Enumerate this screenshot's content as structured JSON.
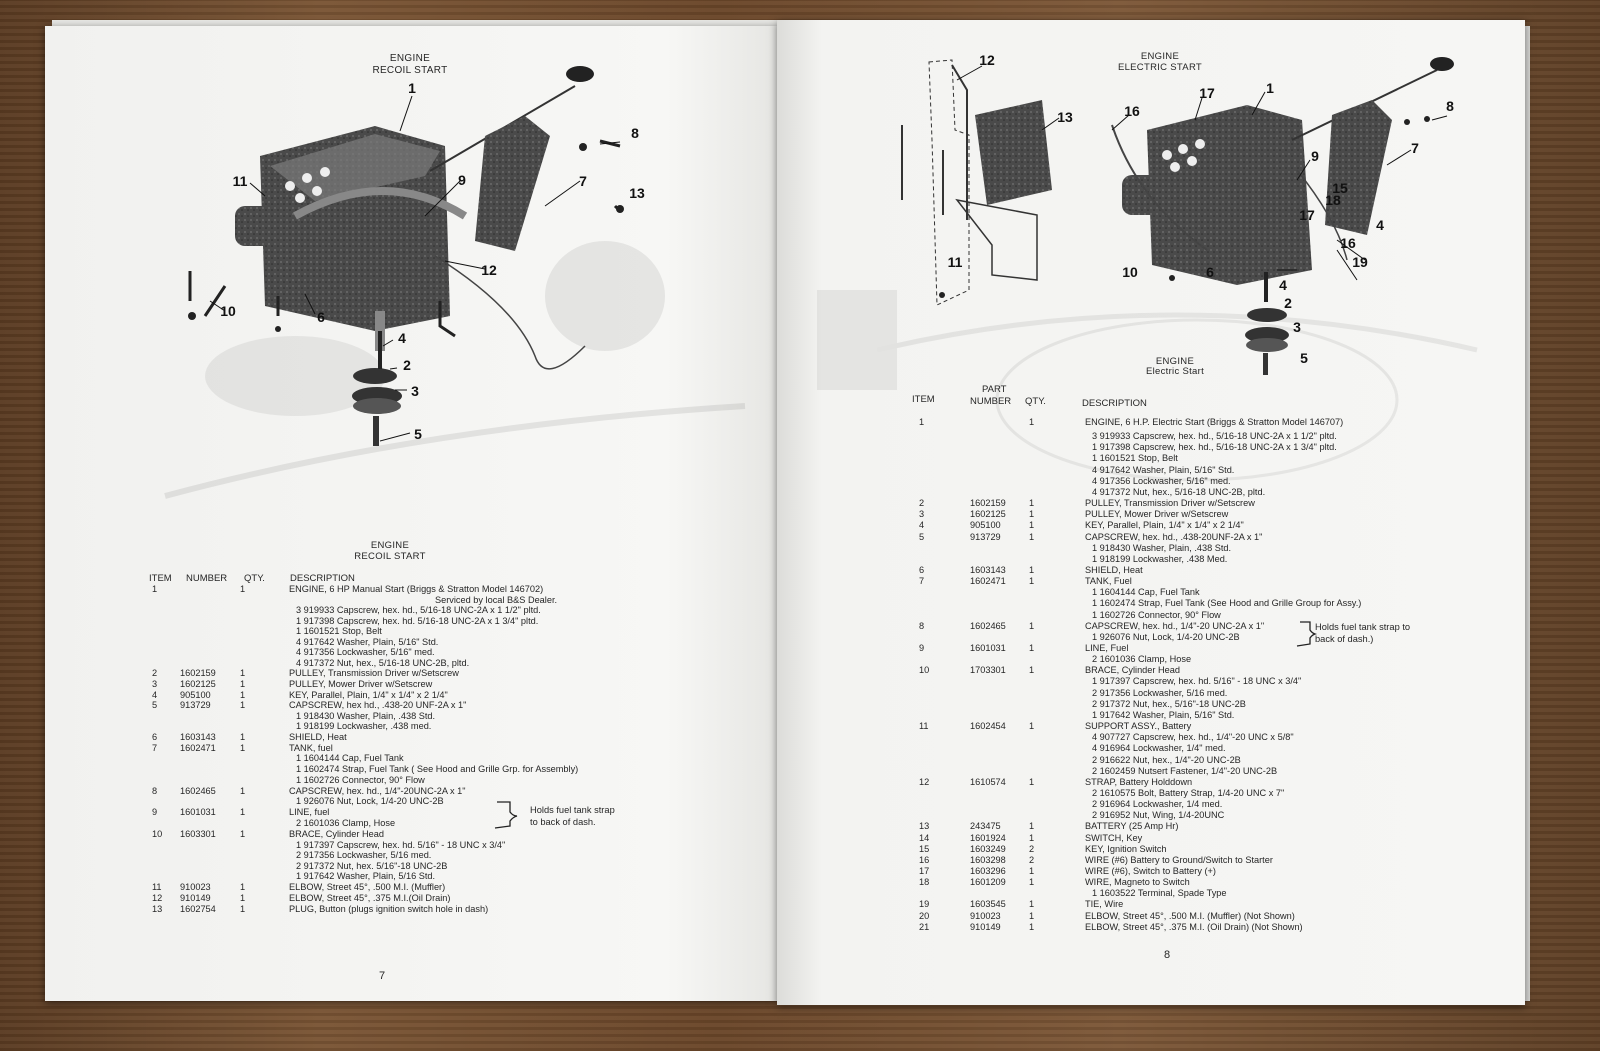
{
  "left_page": {
    "diagram_title": [
      "ENGINE",
      "RECOIL START"
    ],
    "callouts": [
      "1",
      "8",
      "7",
      "13",
      "11",
      "9",
      "12",
      "10",
      "6",
      "4",
      "2",
      "3",
      "5"
    ],
    "list_title": [
      "ENGINE",
      "RECOIL START"
    ],
    "headers": {
      "item": "ITEM",
      "number": "NUMBER",
      "qty": "QTY.",
      "description": "DESCRIPTION"
    },
    "rows": [
      {
        "item": "1",
        "number": "",
        "qty": "1",
        "description": "ENGINE, 6 HP  Manual Start (Briggs & Stratton Model 146702)"
      },
      {
        "item": "",
        "number": "",
        "qty": "",
        "description": "Serviced by local B&S Dealer.",
        "sub": "center"
      },
      {
        "item": "",
        "number": "",
        "qty": "",
        "description": "3 919933 Capscrew, hex. hd., 5/16-18 UNC-2A x 1 1/2\" pltd.",
        "sub": "yes"
      },
      {
        "item": "",
        "number": "",
        "qty": "",
        "description": "1 917398 Capscrew, hex. hd. 5/16-18 UNC-2A x 1 3/4\" pltd.",
        "sub": "yes"
      },
      {
        "item": "",
        "number": "",
        "qty": "",
        "description": "1 1601521  Stop, Belt",
        "sub": "yes"
      },
      {
        "item": "",
        "number": "",
        "qty": "",
        "description": "4 917642 Washer, Plain, 5/16\" Std.",
        "sub": "yes"
      },
      {
        "item": "",
        "number": "",
        "qty": "",
        "description": "4 917356 Lockwasher, 5/16\" med.",
        "sub": "yes"
      },
      {
        "item": "",
        "number": "",
        "qty": "",
        "description": "4 917372 Nut, hex., 5/16-18 UNC-2B, pltd.",
        "sub": "yes"
      },
      {
        "item": "2",
        "number": "1602159",
        "qty": "1",
        "description": "PULLEY, Transmission Driver w/Setscrew"
      },
      {
        "item": "3",
        "number": "1602125",
        "qty": "1",
        "description": "PULLEY, Mower Driver w/Setscrew"
      },
      {
        "item": "4",
        "number": "905100",
        "qty": "1",
        "description": "KEY, Parallel, Plain, 1/4\" x 1/4\" x 2 1/4\""
      },
      {
        "item": "5",
        "number": "913729",
        "qty": "1",
        "description": "CAPSCREW, hex hd., .438-20 UNF-2A x 1\""
      },
      {
        "item": "",
        "number": "",
        "qty": "",
        "description": "1 918430 Washer, Plain, .438 Std.",
        "sub": "yes"
      },
      {
        "item": "",
        "number": "",
        "qty": "",
        "description": "1 918199 Lockwasher, .438 med.",
        "sub": "yes"
      },
      {
        "item": "6",
        "number": "1603143",
        "qty": "1",
        "description": "SHIELD, Heat"
      },
      {
        "item": "7",
        "number": "1602471",
        "qty": "1",
        "description": "TANK, fuel"
      },
      {
        "item": "",
        "number": "",
        "qty": "",
        "description": "1 1604144 Cap, Fuel Tank",
        "sub": "yes"
      },
      {
        "item": "",
        "number": "",
        "qty": "",
        "description": "1 1602474 Strap, Fuel Tank ( See Hood and Grille Grp. for Assembly)",
        "sub": "yes"
      },
      {
        "item": "",
        "number": "",
        "qty": "",
        "description": "1 1602726 Connector, 90° Flow",
        "sub": "yes"
      },
      {
        "item": "8",
        "number": "1602465",
        "qty": "1",
        "description": "CAPSCREW, hex. hd., 1/4\"-20UNC-2A x 1\""
      },
      {
        "item": "",
        "number": "",
        "qty": "",
        "description": "1 926076 Nut, Lock, 1/4-20 UNC-2B",
        "sub": "yes"
      },
      {
        "item": "9",
        "number": "1601031",
        "qty": "1",
        "description": "LINE, fuel"
      },
      {
        "item": "",
        "number": "",
        "qty": "",
        "description": "2 1601036 Clamp, Hose",
        "sub": "yes"
      },
      {
        "item": "10",
        "number": "1603301",
        "qty": "1",
        "description": "BRACE, Cylinder Head"
      },
      {
        "item": "",
        "number": "",
        "qty": "",
        "description": "1 917397 Capscrew, hex. hd. 5/16\" - 18 UNC x 3/4\"",
        "sub": "yes"
      },
      {
        "item": "",
        "number": "",
        "qty": "",
        "description": "2 917356 Lockwasher, 5/16 med.",
        "sub": "yes"
      },
      {
        "item": "",
        "number": "",
        "qty": "",
        "description": "2 917372 Nut, hex. 5/16\"-18 UNC-2B",
        "sub": "yes"
      },
      {
        "item": "",
        "number": "",
        "qty": "",
        "description": "1 917642 Washer, Plain, 5/16 Std.",
        "sub": "yes"
      },
      {
        "item": "11",
        "number": "910023",
        "qty": "1",
        "description": "ELBOW, Street 45°, .500 M.I. (Muffler)"
      },
      {
        "item": "12",
        "number": "910149",
        "qty": "1",
        "description": "ELBOW, Street 45°, .375 M.I.(Oil Drain)"
      },
      {
        "item": "13",
        "number": "1602754",
        "qty": "1",
        "description": "PLUG, Button (plugs ignition switch hole in dash)"
      }
    ],
    "note": [
      "Holds fuel tank strap",
      "to back of dash."
    ],
    "page_number": "7"
  },
  "right_page": {
    "diagram_title": [
      "ENGINE",
      "ELECTRIC START"
    ],
    "callouts": [
      "12",
      "13",
      "16",
      "17",
      "1",
      "8",
      "7",
      "9",
      "15",
      "18",
      "17",
      "4",
      "16",
      "19",
      "11",
      "10",
      "6",
      "4",
      "2",
      "3",
      "5"
    ],
    "diagram_caption": [
      "ENGINE",
      "Electric Start"
    ],
    "headers": {
      "part": "PART",
      "item": "ITEM",
      "number": "NUMBER",
      "qty": "QTY.",
      "description": "DESCRIPTION"
    },
    "rows": [
      {
        "item": "1",
        "number": "",
        "qty": "1",
        "description": "ENGINE, 6 H.P. Electric Start (Briggs & Stratton Model 146707)"
      },
      {
        "item": "",
        "number": "",
        "qty": "",
        "description": "3 919933 Capscrew, hex. hd., 5/16-18 UNC-2A x 1 1/2\" pltd.",
        "sub": "yes"
      },
      {
        "item": "",
        "number": "",
        "qty": "",
        "description": "1 917398 Capscrew, hex. hd., 5/16-18 UNC-2A x 1 3/4\" pltd.",
        "sub": "yes"
      },
      {
        "item": "",
        "number": "",
        "qty": "",
        "description": "1 1601521  Stop, Belt",
        "sub": "yes"
      },
      {
        "item": "",
        "number": "",
        "qty": "",
        "description": "4 917642 Washer, Plain, 5/16\" Std.",
        "sub": "yes"
      },
      {
        "item": "",
        "number": "",
        "qty": "",
        "description": "4 917356 Lockwasher, 5/16\" med.",
        "sub": "yes"
      },
      {
        "item": "",
        "number": "",
        "qty": "",
        "description": "4 917372 Nut, hex., 5/16-18 UNC-2B, pltd.",
        "sub": "yes"
      },
      {
        "item": "2",
        "number": "1602159",
        "qty": "1",
        "description": "PULLEY, Transmission Driver w/Setscrew"
      },
      {
        "item": "3",
        "number": "1602125",
        "qty": "1",
        "description": "PULLEY, Mower Driver w/Setscrew"
      },
      {
        "item": "4",
        "number": "905100",
        "qty": "1",
        "description": "KEY, Parallel, Plain, 1/4\" x 1/4\" x 2 1/4\""
      },
      {
        "item": "5",
        "number": "913729",
        "qty": "1",
        "description": "CAPSCREW, hex. hd., .438-20UNF-2A x 1\""
      },
      {
        "item": "",
        "number": "",
        "qty": "",
        "description": "1 918430 Washer, Plain, .438 Std.",
        "sub": "yes"
      },
      {
        "item": "",
        "number": "",
        "qty": "",
        "description": "1 918199 Lockwasher, .438 Med.",
        "sub": "yes"
      },
      {
        "item": "6",
        "number": "1603143",
        "qty": "1",
        "description": "SHIELD, Heat"
      },
      {
        "item": "7",
        "number": "1602471",
        "qty": "1",
        "description": "TANK, Fuel"
      },
      {
        "item": "",
        "number": "",
        "qty": "",
        "description": "1 1604144 Cap, Fuel Tank",
        "sub": "yes"
      },
      {
        "item": "",
        "number": "",
        "qty": "",
        "description": "1 1602474 Strap, Fuel Tank (See Hood and Grille Group for Assy.)",
        "sub": "yes"
      },
      {
        "item": "",
        "number": "",
        "qty": "",
        "description": "1 1602726 Connector, 90° Flow",
        "sub": "yes"
      },
      {
        "item": "8",
        "number": "1602465",
        "qty": "1",
        "description": "CAPSCREW, hex. hd., 1/4\"-20 UNC-2A x 1\""
      },
      {
        "item": "",
        "number": "",
        "qty": "",
        "description": "1 926076 Nut, Lock, 1/4-20 UNC-2B",
        "sub": "yes"
      },
      {
        "item": "9",
        "number": "1601031",
        "qty": "1",
        "description": "LINE, Fuel"
      },
      {
        "item": "",
        "number": "",
        "qty": "",
        "description": "2 1601036 Clamp, Hose",
        "sub": "yes"
      },
      {
        "item": "10",
        "number": "1703301",
        "qty": "1",
        "description": "BRACE, Cylinder Head"
      },
      {
        "item": "",
        "number": "",
        "qty": "",
        "description": "1 917397 Capscrew, hex. hd. 5/16\" - 18 UNC x 3/4\"",
        "sub": "yes"
      },
      {
        "item": "",
        "number": "",
        "qty": "",
        "description": "2 917356 Lockwasher, 5/16 med.",
        "sub": "yes"
      },
      {
        "item": "",
        "number": "",
        "qty": "",
        "description": "2 917372 Nut, hex., 5/16\"-18 UNC-2B",
        "sub": "yes"
      },
      {
        "item": "",
        "number": "",
        "qty": "",
        "description": "1 917642 Washer, Plain, 5/16\" Std.",
        "sub": "yes"
      },
      {
        "item": "11",
        "number": "1602454",
        "qty": "1",
        "description": "SUPPORT ASSY., Battery"
      },
      {
        "item": "",
        "number": "",
        "qty": "",
        "description": "4 907727 Capscrew, hex. hd., 1/4\"-20 UNC x 5/8\"",
        "sub": "yes"
      },
      {
        "item": "",
        "number": "",
        "qty": "",
        "description": "4 916964 Lockwasher, 1/4\" med.",
        "sub": "yes"
      },
      {
        "item": "",
        "number": "",
        "qty": "",
        "description": "2 916622 Nut, hex., 1/4\"-20 UNC-2B",
        "sub": "yes"
      },
      {
        "item": "",
        "number": "",
        "qty": "",
        "description": "2 1602459 Nutsert Fastener, 1/4\"-20 UNC-2B",
        "sub": "yes"
      },
      {
        "item": "12",
        "number": "1610574",
        "qty": "1",
        "description": "STRAP, Battery Holddown"
      },
      {
        "item": "",
        "number": "",
        "qty": "",
        "description": "2 1610575 Bolt, Battery Strap, 1/4-20 UNC x 7\"",
        "sub": "yes"
      },
      {
        "item": "",
        "number": "",
        "qty": "",
        "description": "2 916964 Lockwasher, 1/4 med.",
        "sub": "yes"
      },
      {
        "item": "",
        "number": "",
        "qty": "",
        "description": "2 916952 Nut, Wing, 1/4-20UNC",
        "sub": "yes"
      },
      {
        "item": "13",
        "number": "243475",
        "qty": "1",
        "description": "BATTERY (25 Amp Hr)"
      },
      {
        "item": "14",
        "number": "1601924",
        "qty": "1",
        "description": "SWITCH, Key"
      },
      {
        "item": "15",
        "number": "1603249",
        "qty": "2",
        "description": "KEY, Ignition Switch"
      },
      {
        "item": "16",
        "number": "1603298",
        "qty": "2",
        "description": "WIRE (#6) Battery to Ground/Switch to Starter"
      },
      {
        "item": "17",
        "number": "1603296",
        "qty": "1",
        "description": "WIRE (#6), Switch to Battery (+)"
      },
      {
        "item": "18",
        "number": "1601209",
        "qty": "1",
        "description": "WIRE, Magneto to Switch"
      },
      {
        "item": "",
        "number": "",
        "qty": "",
        "description": "1 1603522  Terminal, Spade Type",
        "sub": "yes"
      },
      {
        "item": "19",
        "number": "1603545",
        "qty": "1",
        "description": "TIE, Wire"
      },
      {
        "item": "20",
        "number": "910023",
        "qty": "1",
        "description": "ELBOW, Street 45°, .500 M.I. (Muffler) (Not Shown)"
      },
      {
        "item": "21",
        "number": "910149",
        "qty": "1",
        "description": "ELBOW, Street 45°, .375 M.I. (Oil Drain) (Not Shown)"
      }
    ],
    "note": [
      "Holds fuel tank strap to",
      "back of dash.)"
    ],
    "page_number": "8"
  },
  "colors": {
    "paper": "#f4f4f2",
    "ink": "#262626",
    "table_wood": "#6a4629"
  }
}
